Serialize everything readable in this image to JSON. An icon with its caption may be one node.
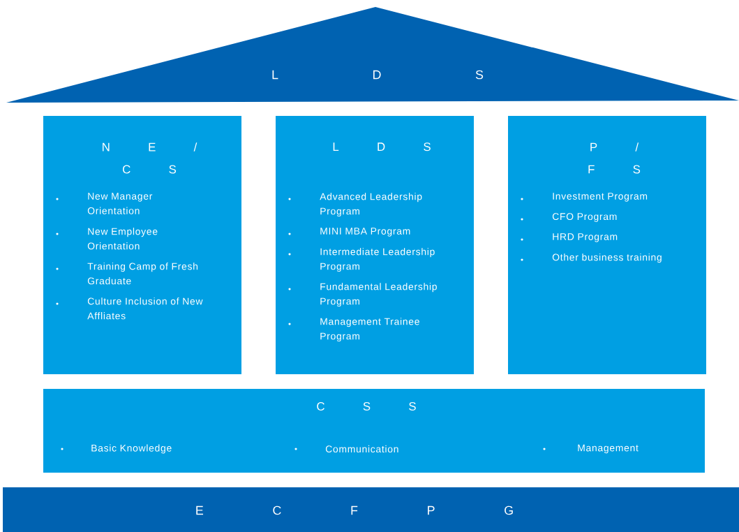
{
  "diagram": {
    "nodes": [
      {
        "text": [
          "L D S"
        ]
      },
      {
        "text": [
          "N E / C S",
          "New Manager Orientation",
          "New Employee Orientation",
          "Training Camp of Fresh Graduate",
          "Culture Inclusion of New Affliates"
        ]
      },
      {
        "text": [
          "L D S",
          "Advanced Leadership Program",
          "MINI MBA Program",
          "Intermediate Leadership Program",
          "Fundamental Leadership Program",
          "Management Trainee Program"
        ]
      },
      {
        "text": [
          "P / F S",
          "Investment Program",
          "CFO Program",
          "HRD Program",
          "Other business training"
        ]
      },
      {
        "text": [
          "C S S",
          "Basic Knowledge",
          "Communication",
          "Management"
        ]
      },
      {
        "text": [
          "E C F P G"
        ]
      }
    ]
  }
}
